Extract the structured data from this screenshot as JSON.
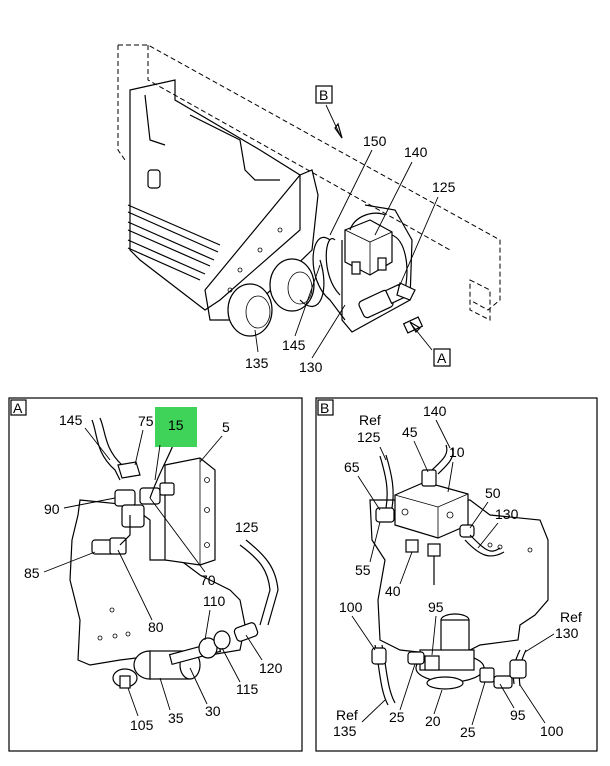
{
  "colors": {
    "highlight": "#3fd35a",
    "stroke": "#000000",
    "background": "#ffffff"
  },
  "top_view": {
    "view_markers": {
      "b": "B",
      "a": "A"
    },
    "callouts": {
      "c150": "150",
      "c140": "140",
      "c125": "125",
      "c135": "135",
      "c145": "145",
      "c130": "130"
    }
  },
  "panel_a": {
    "title": "A",
    "highlighted_callout": "15",
    "callouts": {
      "c145": "145",
      "c75": "75",
      "c5": "5",
      "c90": "90",
      "c125": "125",
      "c85": "85",
      "c70": "70",
      "c80": "80",
      "c110": "110",
      "c120": "120",
      "c115": "115",
      "c105": "105",
      "c35": "35",
      "c30": "30"
    }
  },
  "panel_b": {
    "title": "B",
    "callouts": {
      "ref_top": "Ref",
      "c125": "125",
      "c140": "140",
      "c45": "45",
      "c10": "10",
      "c65": "65",
      "c50": "50",
      "c130": "130",
      "c55": "55",
      "c40": "40",
      "c100a": "100",
      "c95a": "95",
      "ref_right": "Ref",
      "c130r": "130",
      "ref_bottom": "Ref",
      "c135": "135",
      "c25a": "25",
      "c20": "20",
      "c25b": "25",
      "c95b": "95",
      "c100b": "100"
    }
  }
}
